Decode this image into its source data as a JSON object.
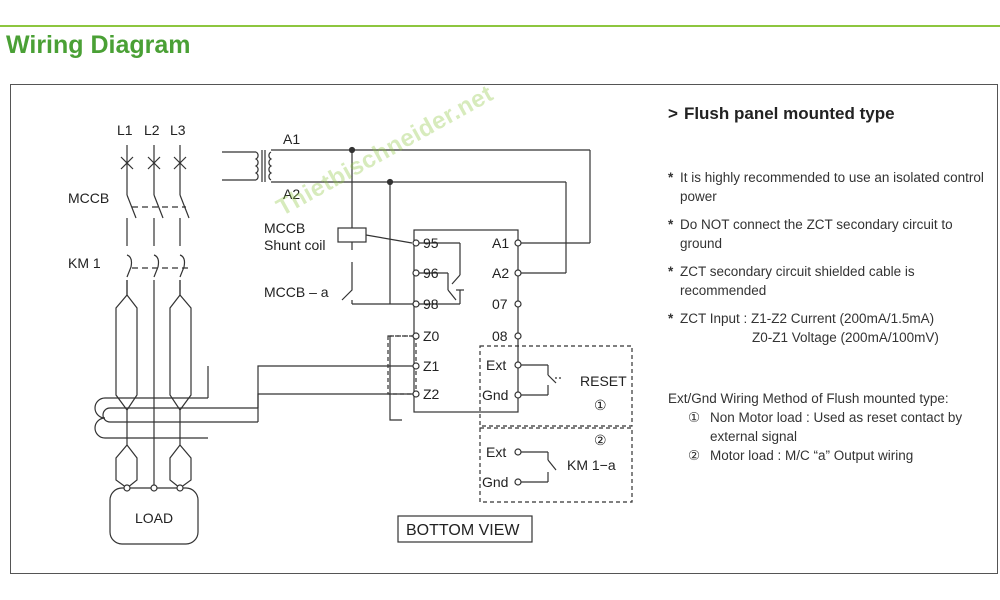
{
  "heading": "Wiring Diagram",
  "colors": {
    "accent": "#8dc63f",
    "heading": "#4aa035",
    "line": "#333333",
    "watermark": "#8dc63f"
  },
  "watermark": "Thietbischneider.net",
  "diagram": {
    "phases": [
      "L1",
      "L2",
      "L3"
    ],
    "mccb": "MCCB",
    "km1": "KM 1",
    "load": "LOAD",
    "transformer_a1": "A1",
    "transformer_a2": "A2",
    "shunt_coil": [
      "MCCB",
      "Shunt coil"
    ],
    "mccb_a": "MCCB – a",
    "left_terminals": [
      "95",
      "96",
      "98",
      "Z0",
      "Z1",
      "Z2"
    ],
    "right_terminals": [
      "A1",
      "A2",
      "07",
      "08",
      "Ext",
      "Gnd"
    ],
    "reset_label": "RESET",
    "circle1": "①",
    "ext2": "Ext",
    "gnd2": "Gnd",
    "circle2": "②",
    "km1a": "KM 1−a",
    "bottom_view": "BOTTOM VIEW"
  },
  "panel": {
    "arrow": ">",
    "title": "Flush panel mounted type",
    "notes": [
      {
        "star": "*",
        "text": "It is highly recommended to use an isolated control power"
      },
      {
        "star": "*",
        "text": "Do NOT connect the ZCT secondary circuit to ground"
      },
      {
        "star": "*",
        "text": "ZCT secondary circuit shielded cable is recommended"
      },
      {
        "star": "*",
        "text": "ZCT Input : Z1-Z2 Current (200mA/1.5mA)",
        "text2": "Z0-Z1 Voltage (200mA/100mV)"
      }
    ],
    "method_title": "Ext/Gnd Wiring Method of Flush mounted type:",
    "method_items": [
      {
        "num": "①",
        "text": "Non Motor load : Used as reset contact by external signal"
      },
      {
        "num": "②",
        "text": "Motor load : M/C “a” Output wiring"
      }
    ]
  }
}
